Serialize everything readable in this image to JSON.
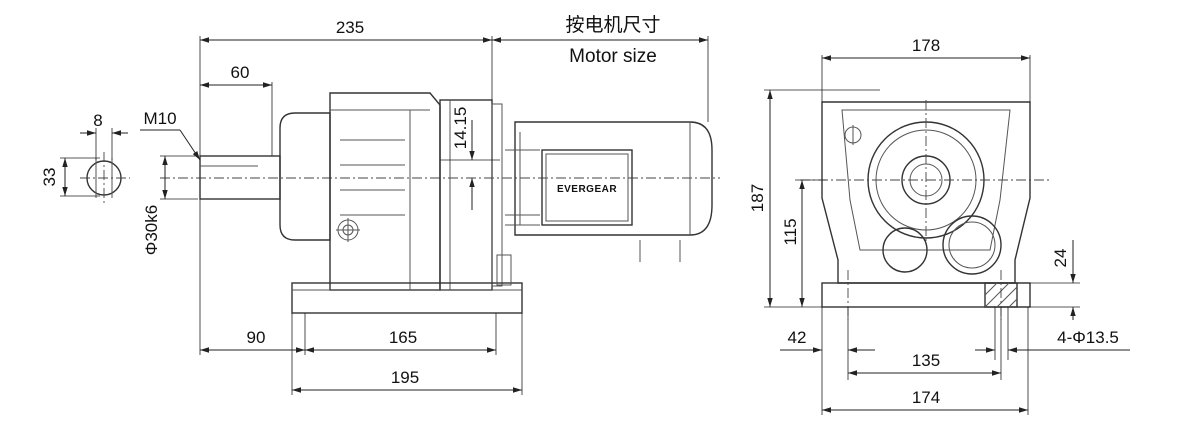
{
  "front_view": {
    "overall_length": "235",
    "shaft_length": "60",
    "key_width": "8",
    "shaft_height": "33",
    "thread": "M10",
    "shaft_diameter": "Φ30k6",
    "center_offset": "14.15",
    "motor_size_cn": "按电机尺寸",
    "motor_size_en": "Motor size",
    "shaft_to_foot": "90",
    "foot_spacing": "165",
    "foot_length": "195",
    "brand": "EVERGEAR"
  },
  "side_view": {
    "width_top": "178",
    "total_height": "187",
    "shaft_center_height": "115",
    "foot_thickness": "24",
    "foot_inset": "42",
    "hole_spacing": "135",
    "base_width": "174",
    "mounting_holes": "4-Φ13.5"
  }
}
